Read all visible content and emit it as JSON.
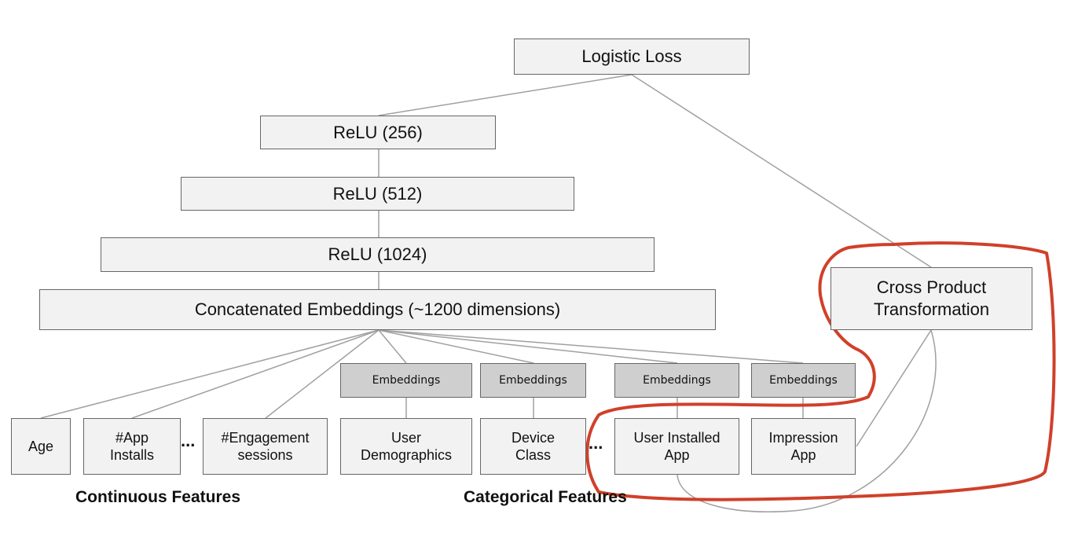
{
  "top": {
    "loss": "Logistic Loss"
  },
  "deep": {
    "relu_256": "ReLU (256)",
    "relu_512": "ReLU (512)",
    "relu_1024": "ReLU (1024)",
    "concat": "Concatenated Embeddings (~1200 dimensions)"
  },
  "wide": {
    "cross_product": "Cross Product\nTransformation"
  },
  "embedding_label": "Embeddings",
  "features": {
    "age": "Age",
    "app_installs": "#App\nInstalls",
    "engagement": "#Engagement\nsessions",
    "user_demographics": "User\nDemographics",
    "device_class": "Device\nClass",
    "user_installed_app": "User Installed\nApp",
    "impression_app": "Impression\nApp"
  },
  "ellipsis": "...",
  "groups": {
    "continuous": "Continuous Features",
    "categorical": "Categorical Features"
  },
  "annotation_color": "#d0402a"
}
